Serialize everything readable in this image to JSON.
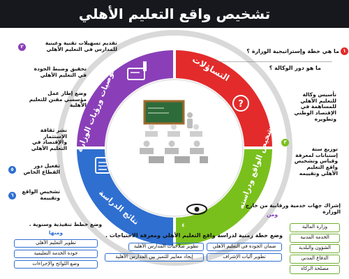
{
  "title": "تشخيص واقع التعليم الأهلي",
  "segments": {
    "questions": {
      "label": "التساؤلات",
      "color": "#e32b2b"
    },
    "diagnosis": {
      "label": "تشخيص الواقع ودراسته",
      "color": "#7ac01c"
    },
    "results": {
      "label": "نتائج الدراسة",
      "color": "#2f6fd0"
    },
    "recommendations": {
      "label": "توصيات ورؤيات الوزارة",
      "color": "#8a3fb8"
    }
  },
  "questions": [
    "ما هي خطة وإستراتيجية الوزارة ؟",
    "ما هو دور الوكالة ؟"
  ],
  "diagnosis_items": [
    "تأسيس وكالة للتعليم الأهلي للمساهمة في الإقتصاد الوطني وتطويره",
    "توزيع ستة إستبانات لمعرفة وقياس وتشخيص واقع التعليم الأهلي وتقييمه"
  ],
  "participants": {
    "heading": "إشراك جهات خدمية ورقابية من خارج الوزارة",
    "and_label": "ومن",
    "entities": [
      "وزارة المالية",
      "الخدمة المدنية",
      "الشؤون والبلدية",
      "الدفاع المدني",
      "مصلحة الزكاة"
    ]
  },
  "timeline": {
    "heading": "وضع خطة زمنية لدراسة واقع التعليم الأهلي ومعرفة الاحتياجات .",
    "items": [
      "ضمان الجودة في التعليم الأهلي",
      "تطوير صلاحيات المدارس الأهلية",
      "تطوير آليات الإشراف",
      "إيجاد معايير للتميز بين المدارس الأهلية"
    ]
  },
  "results_items": [
    "تفعيل دور القطاع الخاص",
    "تشخيص الواقع وتقييمة"
  ],
  "exec_plans": {
    "heading": "وضع خطط تنفيذية وسنوية .",
    "subheading": "ومنها",
    "items": [
      "تطوير التعليم الأهلي",
      "جودة الخدمة التعليمية",
      "وضع اللوائح والإجراءات"
    ]
  },
  "recommendations": [
    "تقديم تسهيلات تقنية وعينية للمدارس في التعليم الأهلي",
    "تحقيق وضبط الجودة في التعليم الأهلي",
    "وضع إطار عمل مؤسسي مقنن للتعليم الأهلية",
    "نشر ثقافة الإستثمار والإقتصاد في التعليم الأهلي"
  ],
  "numbers": [
    "١",
    "٢",
    "٣",
    "٤",
    "٥",
    "٦"
  ],
  "icons": [
    "question-icon",
    "eye-icon",
    "checklist-icon",
    "certificate-icon",
    "classroom-icon"
  ]
}
